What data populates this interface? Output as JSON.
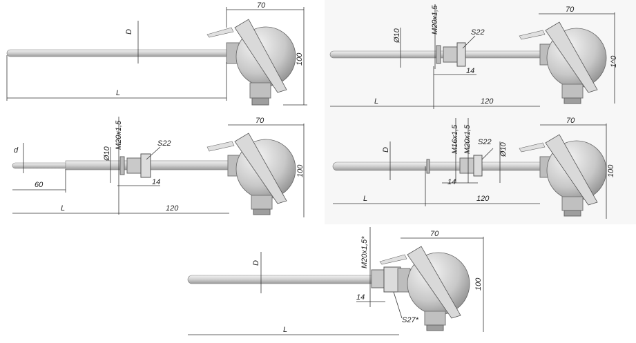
{
  "colors": {
    "background": "#ffffff",
    "panel_bg": "#f7f7f7",
    "metal_light": "#e6e6e6",
    "metal_dark": "#8e8e8e",
    "dimension_line": "#333333"
  },
  "variants": [
    {
      "id": "v1",
      "labels": {
        "d_label": "D",
        "width": "70",
        "height": "100",
        "length": "L"
      }
    },
    {
      "id": "v2",
      "labels": {
        "diameter": "Ø10",
        "thread": "M20x1,5",
        "wrench": "S22",
        "nipple": "14",
        "width": "70",
        "height": "1^0",
        "length": "L",
        "offset": "120"
      }
    },
    {
      "id": "v3",
      "labels": {
        "tip": "d",
        "step": "60",
        "diameter": "Ø10",
        "thread": "M20x1,5",
        "wrench": "S22",
        "nipple": "14",
        "width": "70",
        "height": "100",
        "length": "L",
        "offset": "120"
      }
    },
    {
      "id": "v4",
      "labels": {
        "d_label": "D",
        "thread1": "M16x1,5",
        "thread2": "M20x1,5",
        "wrench": "S22",
        "diameter": "Ø10",
        "nipple": "14",
        "width": "70",
        "height": "100",
        "length": "L",
        "offset": "120"
      }
    },
    {
      "id": "v5",
      "labels": {
        "d_label": "D",
        "thread": "M20x1,5*",
        "wrench": "S27*",
        "nipple": "14",
        "width": "70",
        "height": "100",
        "length": "L"
      }
    }
  ]
}
